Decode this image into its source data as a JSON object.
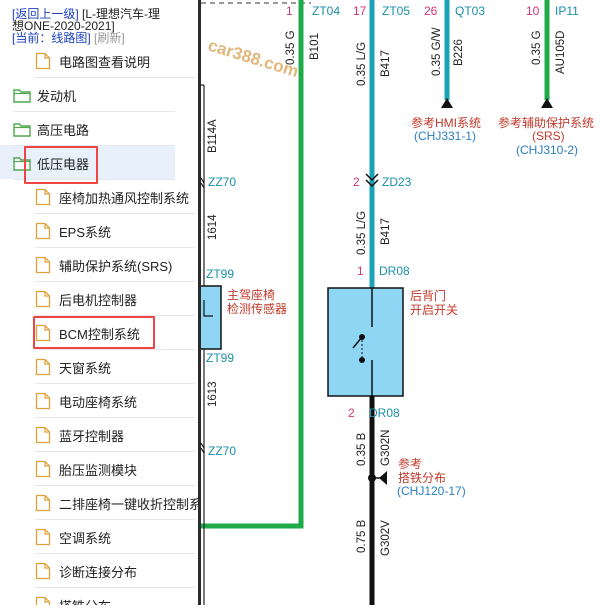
{
  "nav": {
    "back_link": "[返回上一级]",
    "path_line1": "[L-理想汽车-理",
    "path_line2": "想ONE-2020-2021]",
    "current_link": "[当前：线路图]",
    "refresh": "[刷新]"
  },
  "tree": {
    "items": [
      {
        "label": "电路图查看说明",
        "type": "file"
      },
      {
        "label": "发动机",
        "type": "folder"
      },
      {
        "label": "高压电路",
        "type": "folder"
      },
      {
        "label": "低压电器",
        "type": "folder"
      },
      {
        "label": "座椅加热通风控制系统",
        "type": "file"
      },
      {
        "label": "EPS系统",
        "type": "file"
      },
      {
        "label": "辅助保护系统(SRS)",
        "type": "file"
      },
      {
        "label": "后电机控制器",
        "type": "file"
      },
      {
        "label": "BCM控制系统",
        "type": "file"
      },
      {
        "label": "天窗系统",
        "type": "file"
      },
      {
        "label": "电动座椅系统",
        "type": "file"
      },
      {
        "label": "蓝牙控制器",
        "type": "file"
      },
      {
        "label": "胎压监测模块",
        "type": "file"
      },
      {
        "label": "二排座椅一键收折控制系统",
        "type": "file"
      },
      {
        "label": "空调系统",
        "type": "file"
      },
      {
        "label": "诊断连接分布",
        "type": "file"
      },
      {
        "label": "搭铁分布",
        "type": "file"
      }
    ]
  },
  "watermark": "car388.com",
  "diagram": {
    "pins": {
      "p1_top": "1",
      "zt04": "ZT04",
      "p17": "17",
      "zt05": "ZT05",
      "p26": "26",
      "qt03": "QT03",
      "p10": "10",
      "ip11": "IP11",
      "p2_zd23": "2",
      "zd23": "ZD23",
      "p1_dr08": "1",
      "dr08_top": "DR08",
      "p2_dr08": "2",
      "dr08_bot": "DR08"
    },
    "wires": {
      "w1_size": "0.35 G",
      "w1_code": "B101",
      "w2_size": "0.35 L/G",
      "w2_code": "B417",
      "w3_size": "0.35 G/W",
      "w3_code": "B226",
      "w4_size": "0.35 G",
      "w4_code": "AU105D",
      "w5_code": "B114A",
      "w6_code": "1614",
      "w7_size": "0.35 L/G",
      "w7_code": "B417",
      "w8_code": "1613",
      "w9_size": "0.35 B",
      "w9_code": "G302N",
      "w10_size": "0.75 B",
      "w10_code": "G302V"
    },
    "connectors": {
      "zz70_a": "ZZ70",
      "zt99_a": "ZT99",
      "zt99_b": "ZT99",
      "zz70_b": "ZZ70"
    },
    "refs": {
      "hmi_title": "参考HMI系统",
      "hmi_code": "(CHJ331-1)",
      "srs_title": "参考辅助保护系统",
      "srs_sub": "(SRS)",
      "srs_code": "(CHJ310-2)",
      "ground_l1": "参考",
      "ground_l2": "搭铁分布",
      "ground_code": "(CHJ120-17)"
    },
    "components": {
      "seat_l1": "主驾座椅",
      "seat_l2": "检测传感器",
      "door_l1": "后背门",
      "door_l2": "开启开关"
    }
  },
  "colors": {
    "green": "#1faa4a",
    "teal": "#1aa3b8",
    "black": "#111111",
    "red_label": "#c0392b",
    "blue_label": "#2a7fc0",
    "component_fill": "#8fd6f5",
    "highlight": "#e44444"
  }
}
